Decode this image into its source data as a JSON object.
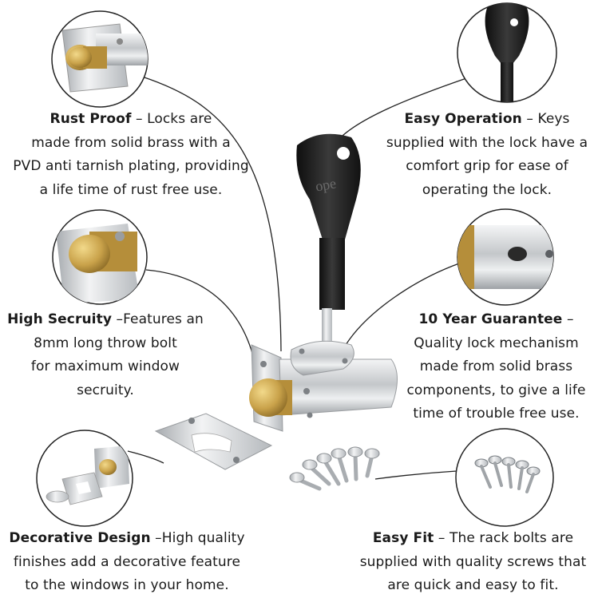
{
  "features": {
    "rust_proof": {
      "title": "Rust Proof",
      "sep": " – ",
      "line1": "Locks are",
      "line2": "made from solid brass with a",
      "line3": "PVD anti tarnish plating, providing",
      "line4": "a life time of rust free use."
    },
    "easy_operation": {
      "title": "Easy Operation",
      "sep": " – ",
      "line1": "Keys",
      "line2": "supplied with the lock have a",
      "line3": "comfort grip for ease of",
      "line4": "operating the lock."
    },
    "high_security": {
      "title": "High Secruity",
      "sep": " –",
      "line1": "Features an",
      "line2": "8mm long throw bolt",
      "line3": "for maximum window",
      "line4": "secruity."
    },
    "guarantee": {
      "title": "10 Year Guarantee",
      "sep": " –",
      "line2": "Quality lock mechanism",
      "line3": "made from solid brass",
      "line4": "components, to give a life",
      "line5": "time of trouble free use."
    },
    "decorative_design": {
      "title": "Decorative Design",
      "sep": " –",
      "line1": "High quality",
      "line2": "finishes add a decorative feature",
      "line3": "to the windows in your home."
    },
    "easy_fit": {
      "title": "Easy Fit",
      "sep": " – ",
      "line1": "The rack bolts are",
      "line2": "supplied with quality screws that",
      "line3": "are quick and easy to fit."
    }
  },
  "key_logo_text": "ope",
  "colors": {
    "brass": "#c9a24a",
    "chrome": "#d6d8da",
    "key_black": "#1c1c1c",
    "connector": "#222222"
  },
  "icons": {
    "product": "rack-bolt-lock-icon",
    "key": "key-icon",
    "screws": "screw-icon",
    "plate": "strike-plate-icon"
  }
}
